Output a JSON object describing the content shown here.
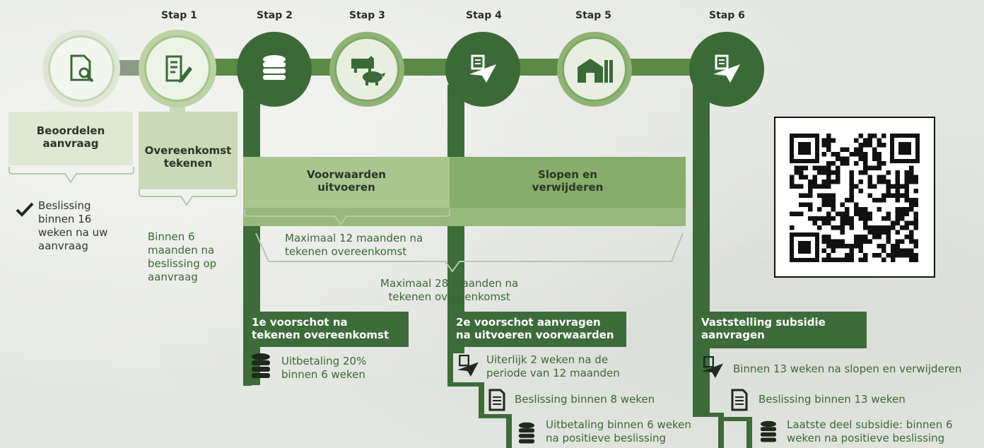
{
  "steps": {
    "stap1": "Stap 1",
    "stap2": "Stap 2",
    "stap3": "Stap 3",
    "stap4": "Stap 4",
    "stap5": "Stap 5",
    "stap6": "Stap 6"
  },
  "boxes": {
    "beoordelen_line1": "Beoordelen",
    "beoordelen_line2": "aanvraag",
    "overeenkomst_line1": "Overeenkomst",
    "overeenkomst_line2": "tekenen",
    "voorwaarden_line1": "Voorwaarden",
    "voorwaarden_line2": "uitvoeren",
    "slopen_line1": "Slopen en",
    "slopen_line2": "verwijderen"
  },
  "notes": {
    "beslissing_16": [
      "Beslissing",
      "binnen 16",
      "weken na uw",
      "aanvraag"
    ],
    "binnen_6": [
      "Binnen 6",
      "maanden na",
      "beslissing op",
      "aanvraag"
    ],
    "max_12": [
      "Maximaal 12 maanden na",
      "tekenen overeenkomst"
    ],
    "max_28": [
      "Maximaal 28 maanden na",
      "tekenen overeenkomst"
    ]
  },
  "headers": {
    "voorschot1": [
      "1e voorschot na",
      "tekenen overeenkomst"
    ],
    "voorschot2": [
      "2e voorschot aanvragen",
      "na uitvoeren voorwaarden"
    ],
    "vaststelling": [
      "Vaststelling subsidie",
      "aanvragen"
    ]
  },
  "details": {
    "uitbetaling_20": [
      "Uitbetaling 20%",
      "binnen 6 weken"
    ],
    "uiterlijk_2": [
      "Uiterlijk 2 weken na de",
      "periode van 12 maanden"
    ],
    "beslissing_8": "Beslissing binnen 8 weken",
    "uitbetaling_6": [
      "Uitbetaling binnen 6 weken",
      "na positieve beslissing"
    ],
    "binnen_13_slopen": "Binnen 13 weken na slopen en verwijderen",
    "beslissing_13": "Beslissing binnen 13 weken",
    "laatste_deel": [
      "Laatste deel subsidie: binnen 6",
      "weken na positieve beslissing"
    ]
  },
  "icons": {
    "step0": "document-search-icon",
    "step1": "document-pen-icon",
    "step2": "coins-icon",
    "step3": "livestock-icon",
    "step4": "send-document-icon",
    "step5": "barn-icon",
    "step6": "send-document-icon"
  },
  "colors": {
    "dark_green": "#3d6b3a",
    "mid_green": "#8fb374",
    "light_green": "#bcd3a6",
    "pale_green": "#dfe8d5"
  }
}
